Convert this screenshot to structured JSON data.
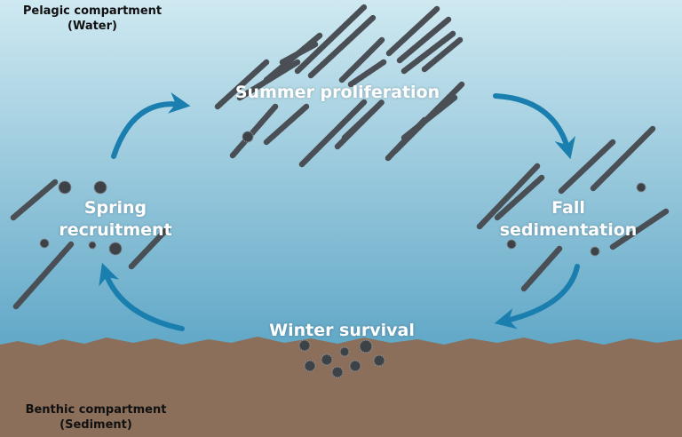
{
  "compartments": {
    "pelagic": {
      "title": "Pelagic compartment",
      "subtitle": "(Water)"
    },
    "benthic": {
      "title": "Benthic compartment",
      "subtitle": "(Sediment)"
    }
  },
  "stages": {
    "summer": "Summer proliferation",
    "fall_line1": "Fall",
    "fall_line2": "sedimentation",
    "winter": "Winter survival",
    "spring_line1": "Spring",
    "spring_line2": "recruitment"
  },
  "colors": {
    "water_top": "#cfe9f1",
    "water_bottom": "#5ea6c6",
    "sediment": "#8b6f5a",
    "arrow": "#1a7fae",
    "filament": "#4a4f55",
    "text_stage": "#ffffff",
    "text_corner": "#111111"
  },
  "icons": {
    "filament": "cyanobacteria-filament-icon",
    "akinete": "akinete-cell-icon",
    "cycle_arrow": "curved-arrow-icon"
  }
}
